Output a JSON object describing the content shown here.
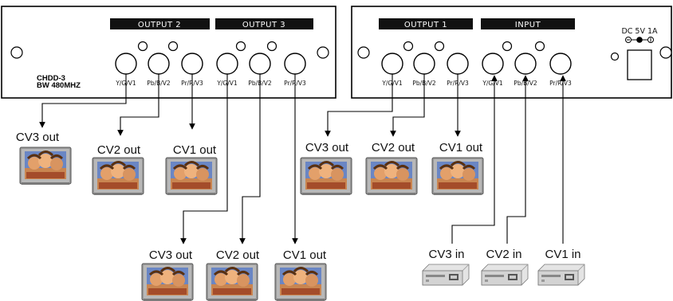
{
  "device_b": {
    "header_output2": "OUTPUT 2",
    "header_output3": "OUTPUT 3",
    "model_line1": "CHDD-3",
    "model_line2": "BW 480MHZ",
    "port_labels": [
      "Y/G/V1",
      "Pb/B/V2",
      "Pr/R/V3",
      "Y/G/V1",
      "Pb/B/V2",
      "Pr/R/V3"
    ]
  },
  "device_a": {
    "header_output1": "OUTPUT 1",
    "header_input": "INPUT",
    "dc_label": "DC 5V 1A",
    "port_labels": [
      "Y/G/V1",
      "Pb/B/V2",
      "Pr/R/V3",
      "Y/G/V1",
      "Pb/B/V2",
      "Pr/R/V3"
    ]
  },
  "monitors": [
    {
      "label": "CV3 out"
    },
    {
      "label": "CV2 out"
    },
    {
      "label": "CV1 out"
    },
    {
      "label": "CV3 out"
    },
    {
      "label": "CV2 out"
    },
    {
      "label": "CV1 out"
    },
    {
      "label": "CV3 out"
    },
    {
      "label": "CV2 out"
    },
    {
      "label": "CV1 out"
    }
  ],
  "sources": [
    {
      "label": "CV3 in"
    },
    {
      "label": "CV2 in"
    },
    {
      "label": "CV1 in"
    }
  ],
  "colors": {
    "header_bg": "#111111",
    "tv_frame": "#9a9a9a",
    "screen_sky": "#6a86c4",
    "screen_face": "#e3a06a",
    "player_body": "#d8d8d8"
  }
}
